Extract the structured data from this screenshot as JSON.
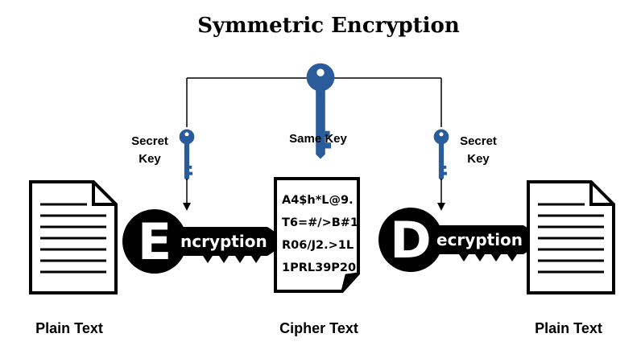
{
  "title": "Symmetric Encryption",
  "keys": {
    "left_label_line1": "Secret",
    "left_label_line2": "Key",
    "center_label": "Same Key",
    "right_label_line1": "Secret",
    "right_label_line2": "Key"
  },
  "encryption": {
    "initial": "E",
    "rest": "ncryption"
  },
  "decryption": {
    "initial": "D",
    "rest": "ecryption"
  },
  "cipher_lines": [
    "A4$h*L@9.",
    "T6=#/>B#1",
    "R06/J2.>1L",
    "1PRL39P20"
  ],
  "captions": {
    "left": "Plain Text",
    "center": "Cipher Text",
    "right": "Plain Text"
  },
  "colors": {
    "key_blue": "#2a5b9b",
    "ink": "#000000"
  }
}
